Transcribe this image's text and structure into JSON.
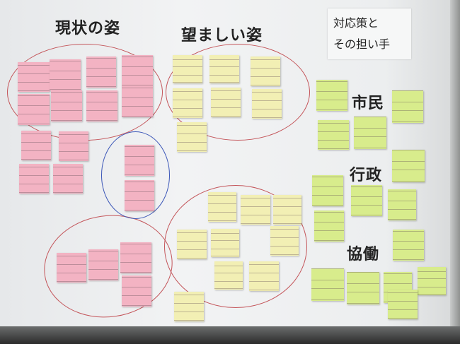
{
  "headings": {
    "current": "現状の姿",
    "desired": "望ましい姿",
    "measures_line1": "対応策と",
    "measures_line2": "その担い手"
  },
  "actors": {
    "citizens": "市民",
    "government": "行政",
    "collaboration": "協働"
  },
  "colors": {
    "pink_note": "#f3b3c3",
    "yellow_note": "#f2efb4",
    "green_note": "#d8ec8c",
    "red_marker": "#c4565b",
    "blue_marker": "#3c57b8"
  }
}
